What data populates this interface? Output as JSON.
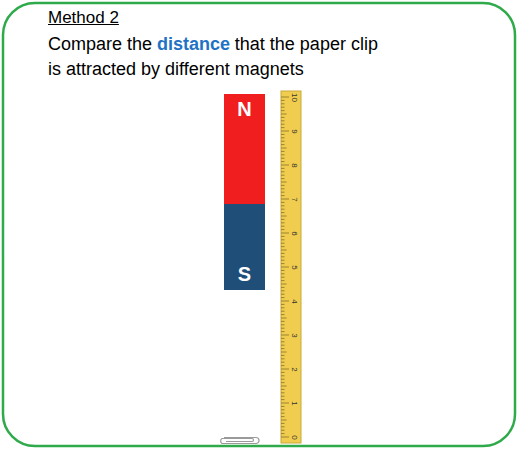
{
  "diagram": {
    "title": "Method 2",
    "nodes": [
      {
        "text": [
          "N"
        ]
      },
      {
        "text": [
          "S"
        ]
      }
    ],
    "labels": [
      "Compare the",
      "distance",
      "that the paper clip is attracted by different magnets",
      "10",
      "9",
      "8",
      "7",
      "6",
      "5",
      "4",
      "3",
      "2",
      "1",
      "0"
    ]
  }
}
